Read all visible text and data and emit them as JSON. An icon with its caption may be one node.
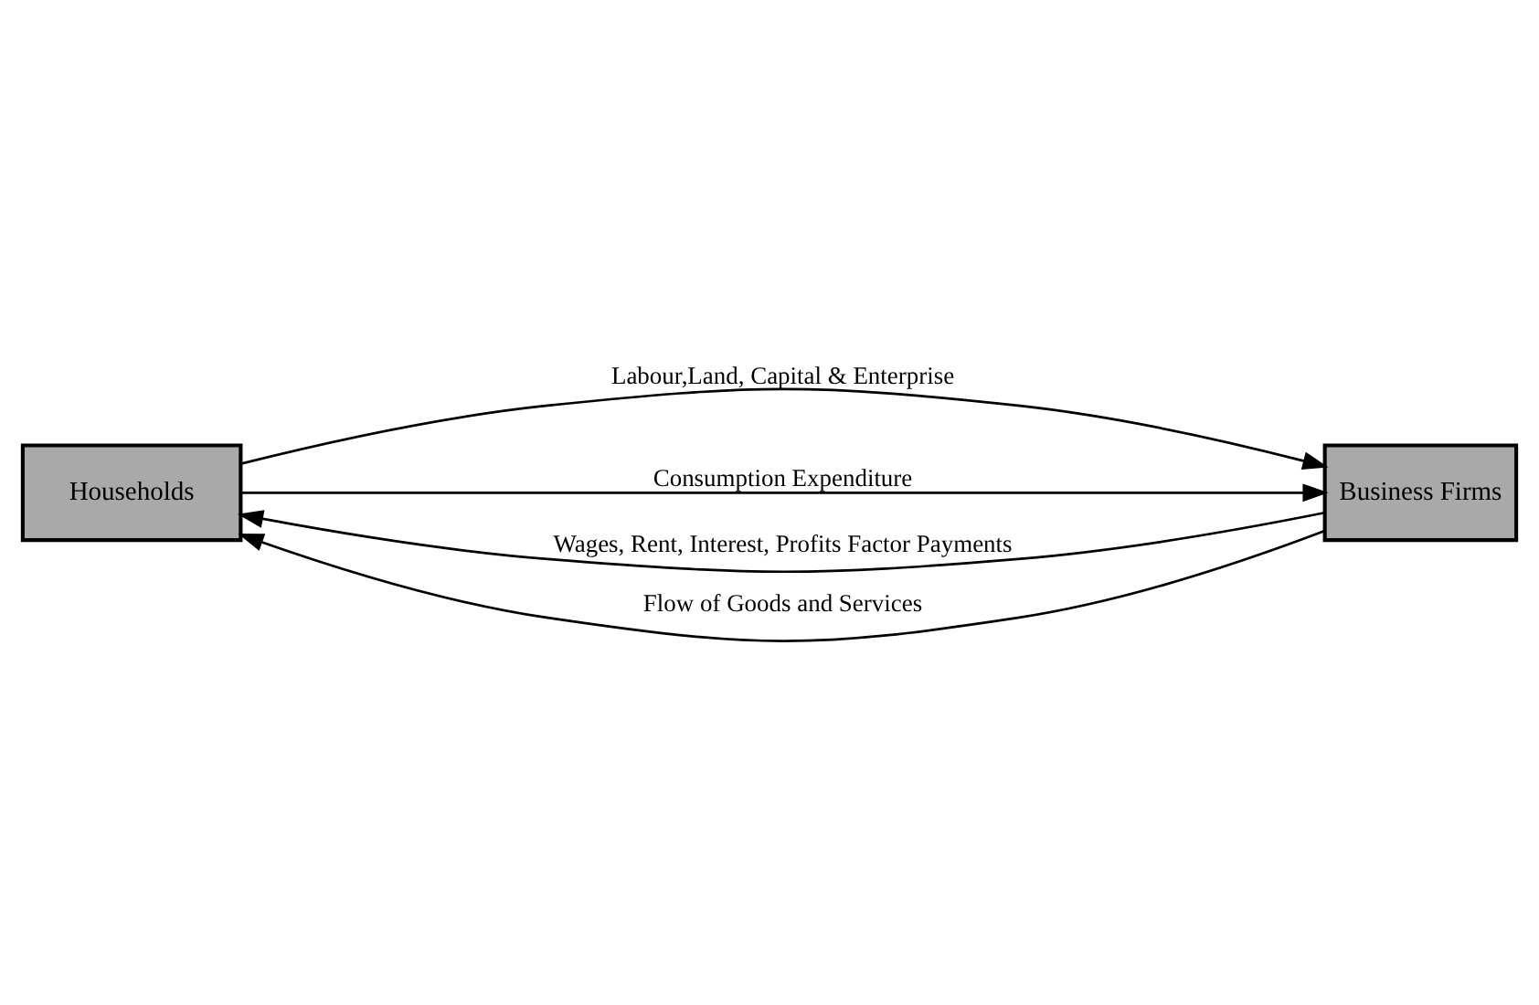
{
  "diagram": {
    "nodes": [
      {
        "text": [
          "Households"
        ]
      },
      {
        "text": [
          "Business Firms"
        ]
      }
    ],
    "edges": [
      {
        "from": 0,
        "to": 1,
        "arrow": "to",
        "label": "Labour,Land, Capital & Enterprise"
      },
      {
        "from": 1,
        "to": 0,
        "arrow": "to",
        "label": "Wages, Rent, Interest, Profits Factor Payments"
      },
      {
        "from": 0,
        "to": 1,
        "arrow": "to",
        "label": "Consumption Expenditure"
      },
      {
        "from": 1,
        "to": 0,
        "arrow": "to",
        "label": "Flow of Goods and Services"
      }
    ]
  }
}
